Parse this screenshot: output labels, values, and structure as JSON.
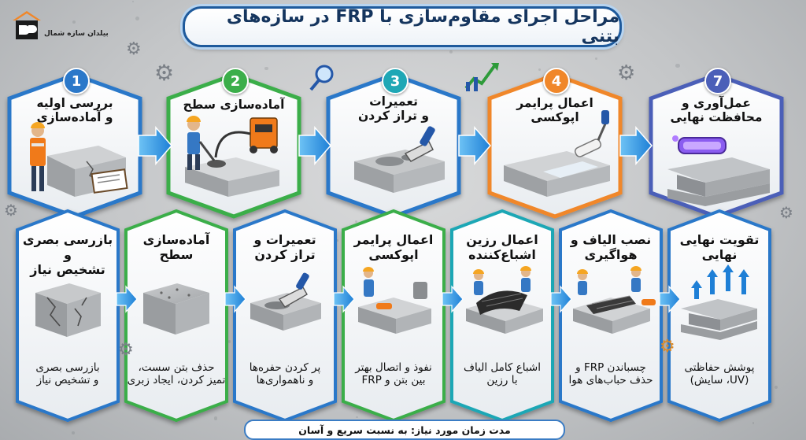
{
  "title": "مراحل اجرای مقاوم‌سازی با FRP در سازه‌های بتنی",
  "logo": {
    "text": "بیلدان سازه شمال",
    "icon": "building-roof-logo-icon"
  },
  "colors": {
    "blue": "#2b78c9",
    "green": "#3bae4a",
    "orange": "#f0872a",
    "purple": "#4b5fb8",
    "teal": "#1fa7b5",
    "frame": "#1e5a9c"
  },
  "top_steps": [
    {
      "number": "1",
      "label": "بررسی اولیه\nو آماده‌سازی",
      "icon": "inspector-checklist-icon"
    },
    {
      "number": "2",
      "label": "آماده‌سازی سطح",
      "icon": "grinder-worker-icon"
    },
    {
      "number": "3",
      "label": "تعمیرات\nو تراز کردن",
      "icon": "trowel-patch-icon"
    },
    {
      "number": "4",
      "label": "اعمال پرایمر\nاپوکسی",
      "icon": "paint-roller-icon"
    },
    {
      "number": "7",
      "label": "عمل‌آوری و\nمحافظت نهایی",
      "icon": "uv-lamp-icon"
    }
  ],
  "bottom_steps": [
    {
      "title": "بازرسی بصری و\nتشخیص نیاز",
      "desc": "بازرسی بصری\nو تشخیص نیاز",
      "icon": "cracked-block-icon"
    },
    {
      "title": "آماده‌سازی\nسطح",
      "desc": "حذف بتن سست،\nتمیز کردن، ایجاد زبری",
      "icon": "rough-block-icon"
    },
    {
      "title": "تعمیرات و\nتراز کردن",
      "desc": "پر کردن حفره‌ها\nو ناهمواری‌ها",
      "icon": "trowel-block-icon"
    },
    {
      "title": "اعمال پرایمر\nاپوکسی",
      "desc": "نفوذ و اتصال بهتر\nبین بتن و FRP",
      "icon": "primer-worker-icon"
    },
    {
      "title": "اعمال رزین\nاشباع‌کننده",
      "desc": "اشباع کامل الیاف\nبا رزین",
      "icon": "resin-workers-icon"
    },
    {
      "title": "نصب الیاف و\nهواگیری",
      "desc": "چسباندن FRP و\nحذف حباب‌های هوا",
      "icon": "fiber-install-icon"
    },
    {
      "title": "تقویت نهایی\nنهایی",
      "desc": "پوشش حفاظتی\n(UV، سایش)",
      "icon": "steel-beam-arrows-icon"
    }
  ],
  "footer": "مدت زمان مورد نیاز: به نسبت سریع و آسان"
}
